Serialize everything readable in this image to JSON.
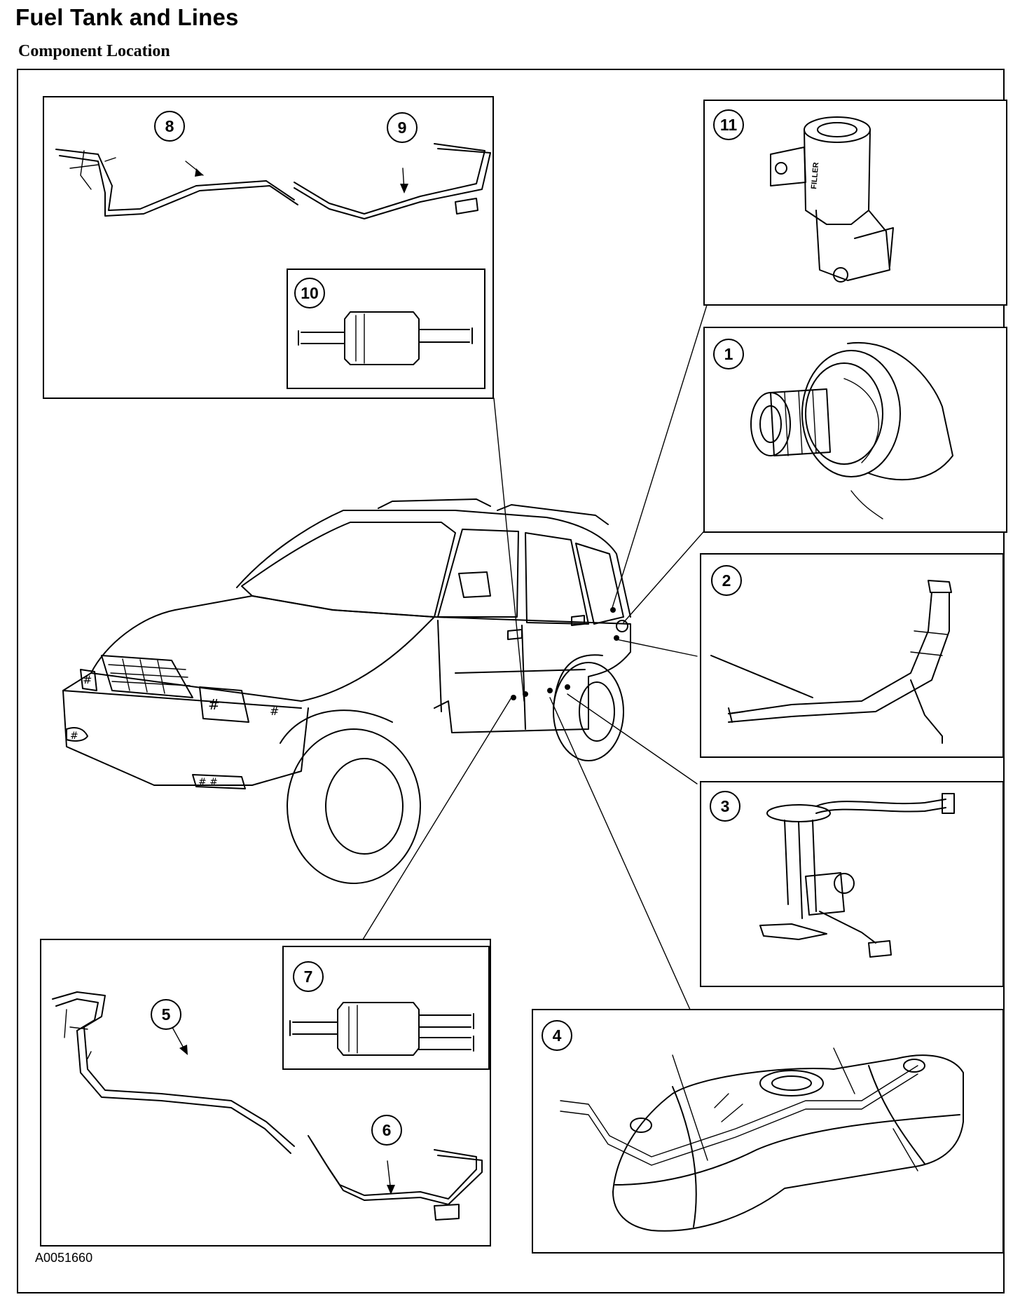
{
  "header": {
    "title": "Fuel Tank and Lines",
    "subtitle": "Component Location"
  },
  "figure_id": "A0051660",
  "callouts": {
    "c1": "1",
    "c2": "2",
    "c3": "3",
    "c4": "4",
    "c5": "5",
    "c6": "6",
    "c7": "7",
    "c8": "8",
    "c9": "9",
    "c10": "10",
    "c11": "11"
  },
  "markings": {
    "filter_text": "FILLER"
  }
}
